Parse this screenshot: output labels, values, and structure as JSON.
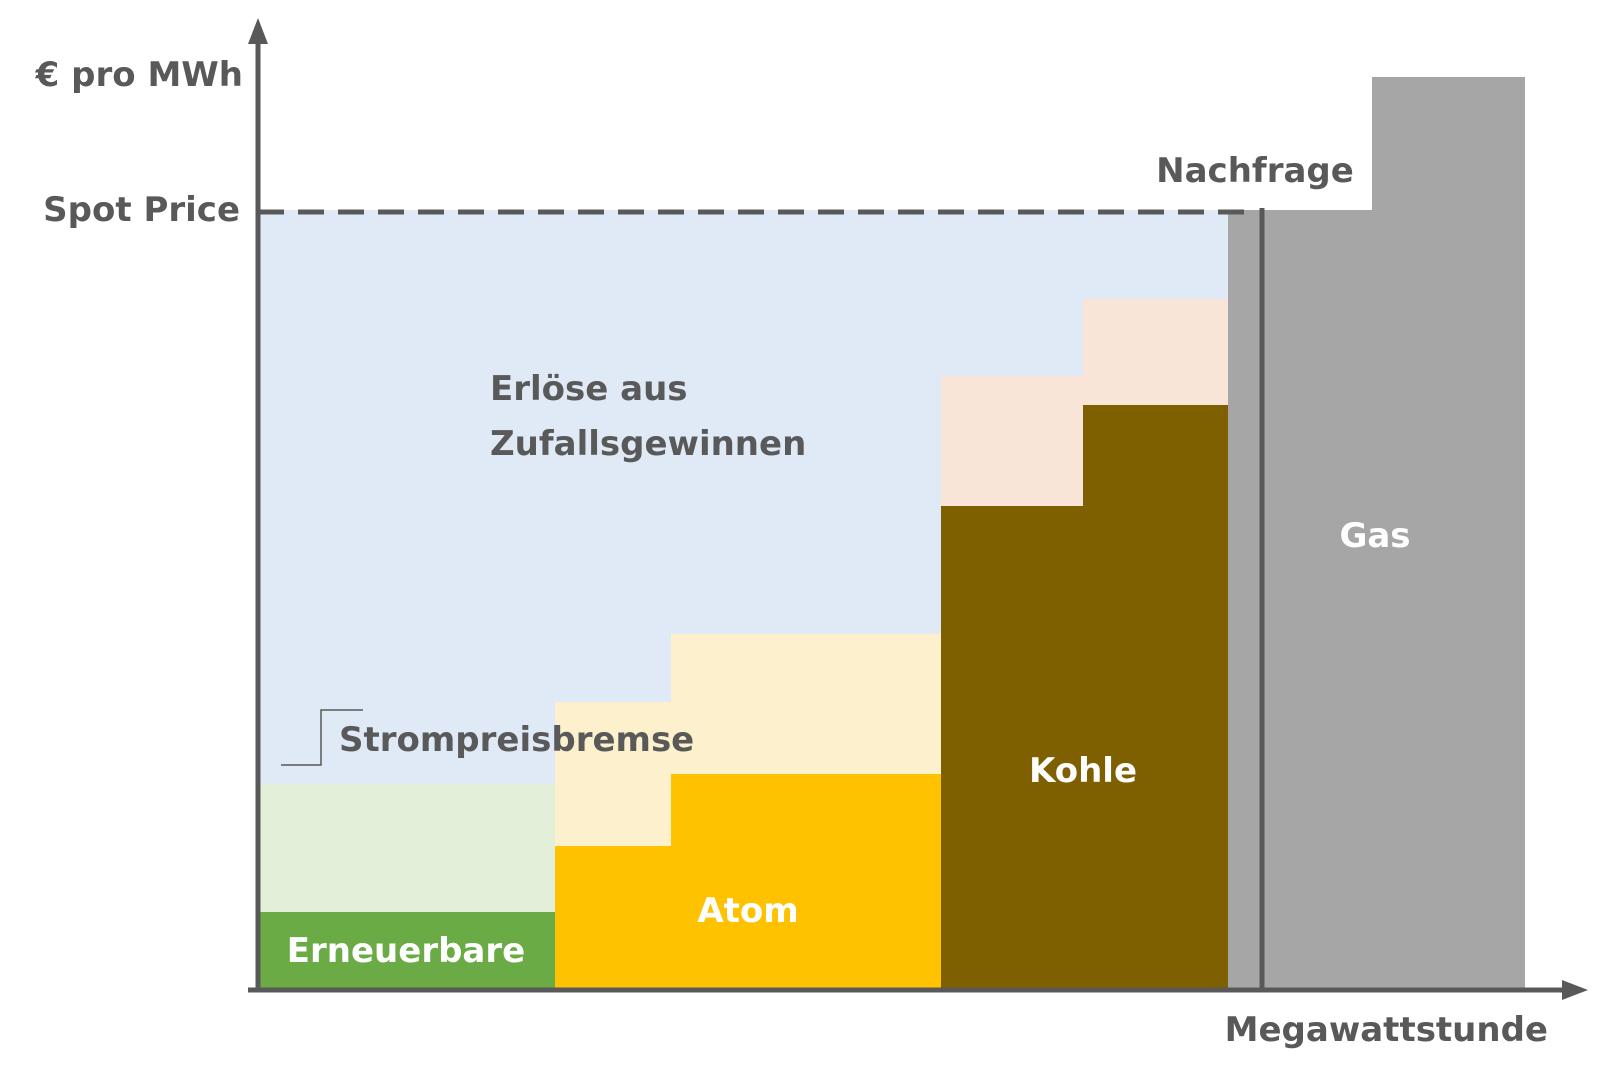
{
  "axes": {
    "y_label": "€ pro MWh",
    "x_label": "Megawattstunde",
    "spot_price_label": "Spot Price"
  },
  "labels": {
    "windfall": [
      "Erlöse aus",
      "Zufallsgewinnen"
    ],
    "cap": "Strompreisbremse",
    "demand": "Nachfrage",
    "renewables": "Erneuerbare",
    "nuclear": "Atom",
    "coal": "Kohle",
    "gas": "Gas"
  },
  "colors": {
    "axis": "#595959",
    "text": "#595959",
    "windfall": "#dfeaf6",
    "cap_area": "#e3efd9",
    "renewables": "#6aab46",
    "nuclear": "#fec200",
    "nuclear_light": "#fdf1cd",
    "coal": "#7f6000",
    "coal_light": "#f9e5d8",
    "gas": "#a6a6a6"
  }
}
